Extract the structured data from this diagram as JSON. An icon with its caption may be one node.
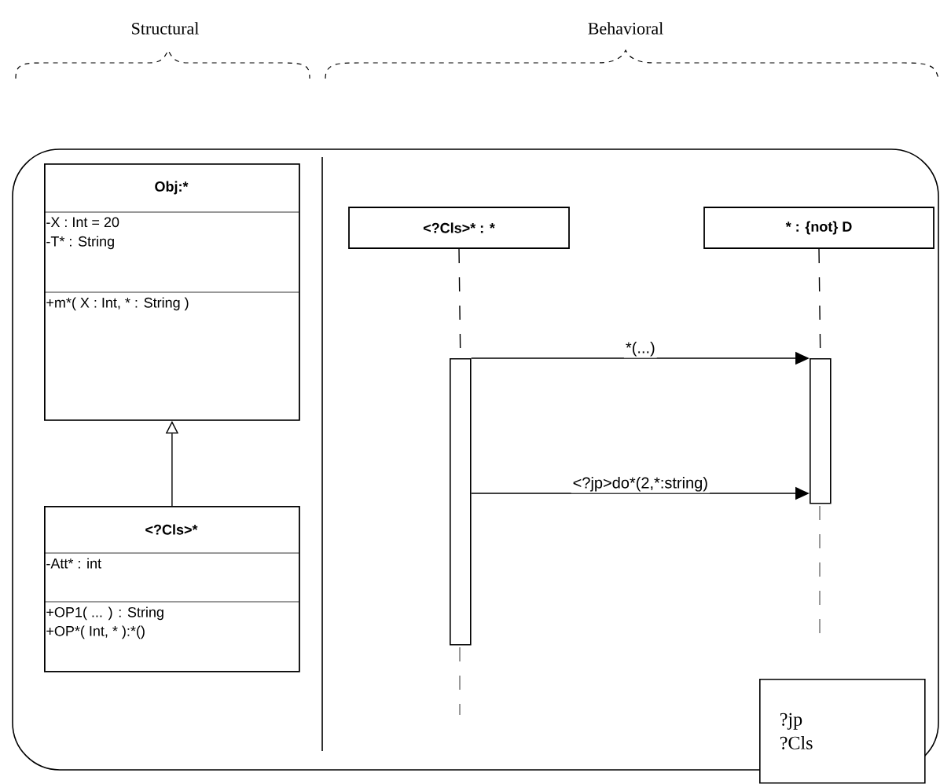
{
  "diagram": {
    "nodes": [
      {
        "text": [
          "Obj:*",
          "-X : Int = 20",
          "-T* : String",
          "+m*( X : Int, * : String )"
        ]
      },
      {
        "text": [
          "<?Cls>*",
          "-Att* : int",
          "+OP1( ... ) : String",
          "+OP*( Int, * ):*()"
        ]
      },
      {
        "text": [
          "<?Cls>* : *"
        ]
      },
      {
        "text": [
          "* : {not} D"
        ]
      },
      {
        "text": [],
        "shape": "bar"
      },
      {
        "text": [],
        "shape": "bar"
      },
      {
        "text": [
          "?jp",
          "?Cls"
        ]
      }
    ],
    "edges": [
      {
        "from": 1,
        "to": 0,
        "arrow": "to"
      },
      {
        "from": 2,
        "to": 4,
        "arrow": "none",
        "style": "dashed"
      },
      {
        "from": 3,
        "to": 5,
        "arrow": "none",
        "style": "dashed"
      },
      {
        "from": 4,
        "to": 5,
        "arrow": "to",
        "label": "*(...)"
      },
      {
        "from": 4,
        "to": 5,
        "arrow": "to",
        "label": "<?jp>do*(2,*:string)"
      }
    ],
    "labels": [
      "Structural",
      "Behavioral"
    ]
  }
}
